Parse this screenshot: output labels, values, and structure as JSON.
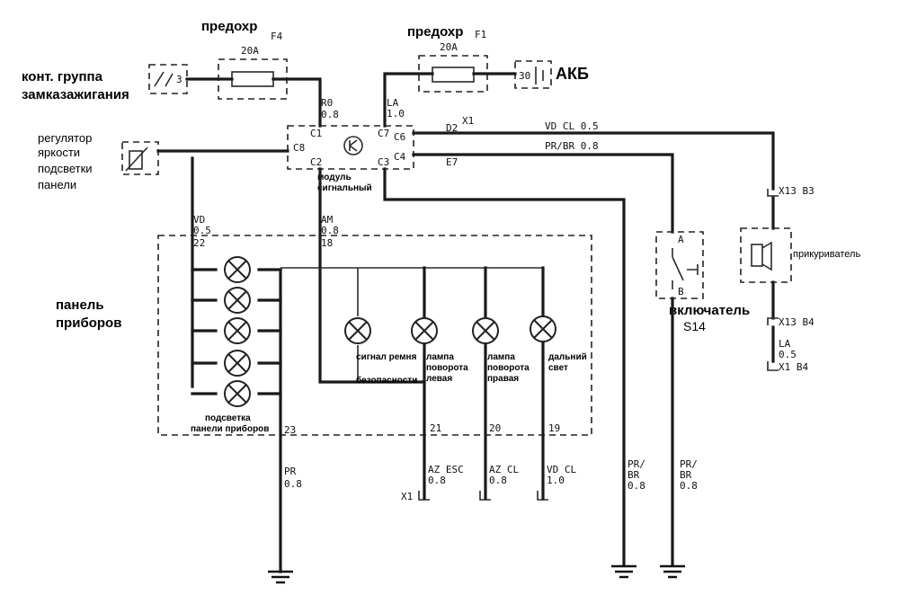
{
  "fuses": {
    "f4": {
      "title": "предохр",
      "id": "F4",
      "rating": "20A"
    },
    "f1": {
      "title": "предохр",
      "id": "F1",
      "rating": "20A"
    }
  },
  "ignition": {
    "label_line1": "конт. группа",
    "label_line2": "замказажигания",
    "pin": "3"
  },
  "battery": {
    "label": "АКБ",
    "pin": "30"
  },
  "dimmer": {
    "line1": "регулятор",
    "line2": "яркости",
    "line3": "подсветки",
    "line4": "панели"
  },
  "module": {
    "label_line1": "модуль",
    "label_line2": "сигнальный",
    "pins": {
      "c1": "C1",
      "c2": "C2",
      "c3": "C3",
      "c4": "C4",
      "c6": "C6",
      "c7": "C7",
      "c8": "C8"
    }
  },
  "wires": {
    "r0": {
      "code": "R0",
      "size": "0.8"
    },
    "la_top": {
      "code": "LA",
      "size": "1.0"
    },
    "vd_cl": "VD CL 0.5",
    "pr_br": "PR/BR 0.8",
    "d2": "D2",
    "e7": "E7",
    "x1_top": "X1",
    "vd_left": {
      "code": "VD",
      "size": "0.5",
      "pin": "22"
    },
    "am": {
      "code": "AM",
      "size": "0.8",
      "pin": "18"
    },
    "pr_left": {
      "code": "PR",
      "size": "0.8",
      "pin": "23"
    },
    "az_esc": {
      "code": "AZ ESC",
      "size": "0.8",
      "pin": "21"
    },
    "az_cl": {
      "code": "AZ CL",
      "size": "0.8",
      "pin": "20"
    },
    "vd_cl_bottom": {
      "code": "VD CL",
      "size": "1.0",
      "pin": "19"
    },
    "x1_bottom": "X1",
    "pr_br_a": {
      "code": "PR/",
      "code2": "BR",
      "size": "0.8"
    },
    "pr_br_b": {
      "code": "PR/",
      "code2": "BR",
      "size": "0.8"
    },
    "la_right": {
      "code": "LA",
      "size": "0.5"
    },
    "x13_b3": "X13 B3",
    "x13_b4": "X13 B4",
    "x1_b4": "X1  B4"
  },
  "panel": {
    "label_line1": "панель",
    "label_line2": "приборов",
    "backlight_line1": "подсветка",
    "backlight_line2": "панели приборов",
    "belt_line1": "сигнал ремня",
    "belt_line2": "безопасности",
    "left_turn_line1": "лампа",
    "left_turn_line2": "поворота",
    "left_turn_line3": "левая",
    "right_turn_line1": "лампа",
    "right_turn_line2": "поворота",
    "right_turn_line3": "правая",
    "high_beam_line1": "дальний",
    "high_beam_line2": "свет"
  },
  "switch": {
    "label": "включатель",
    "id": "S14",
    "pin_a": "A",
    "pin_b": "B"
  },
  "lighter": {
    "label": "прикуриватель"
  }
}
